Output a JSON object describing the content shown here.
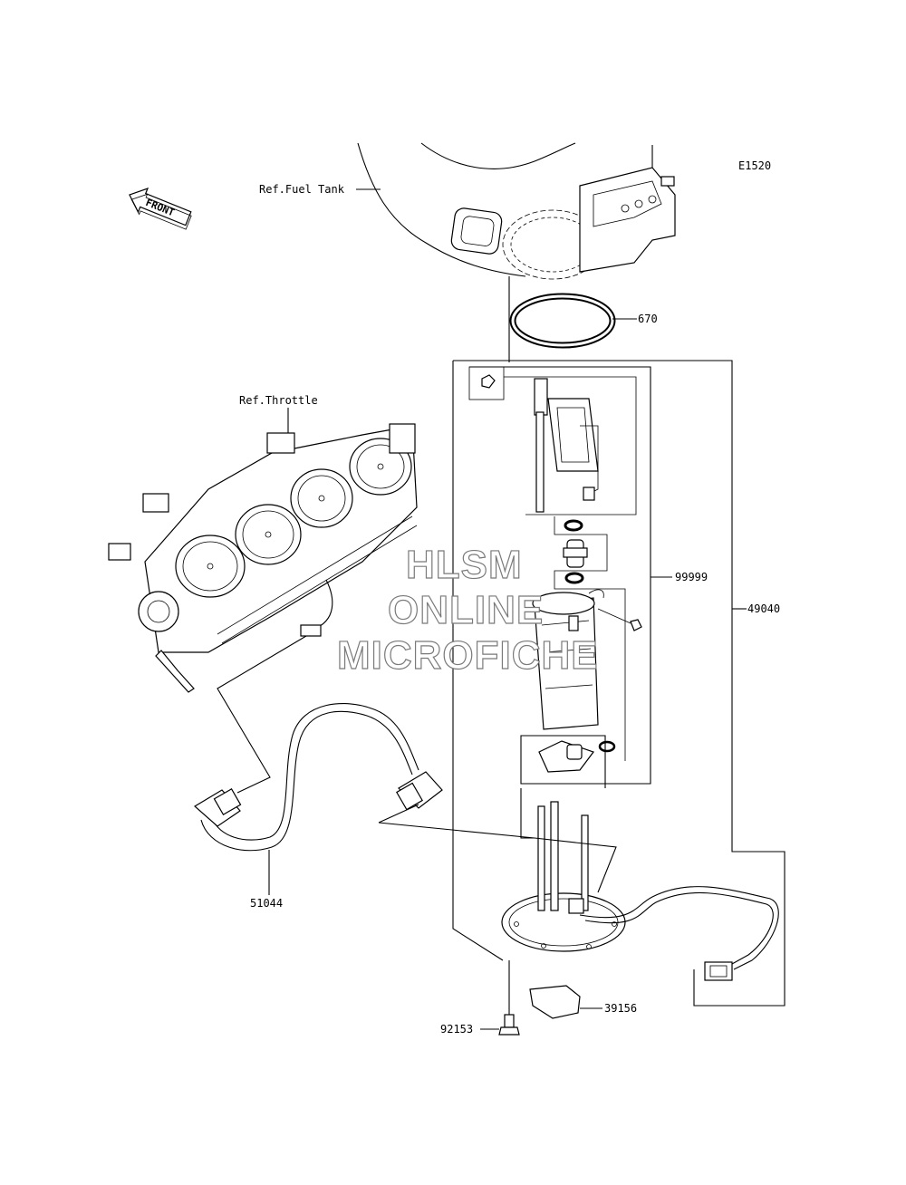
{
  "diagram": {
    "figure_code": "E1520",
    "front_indicator": "FRONT",
    "references": {
      "fuel_tank": "Ref.Fuel Tank",
      "throttle": "Ref.Throttle"
    },
    "part_numbers": {
      "p670": "670",
      "p99999": "99999",
      "p49040": "49040",
      "p51044": "51044",
      "p39156": "39156",
      "p92153": "92153"
    },
    "watermark": {
      "line1": "HLSM",
      "line2": "ONLINE",
      "line3": "MICROFICHE"
    }
  }
}
